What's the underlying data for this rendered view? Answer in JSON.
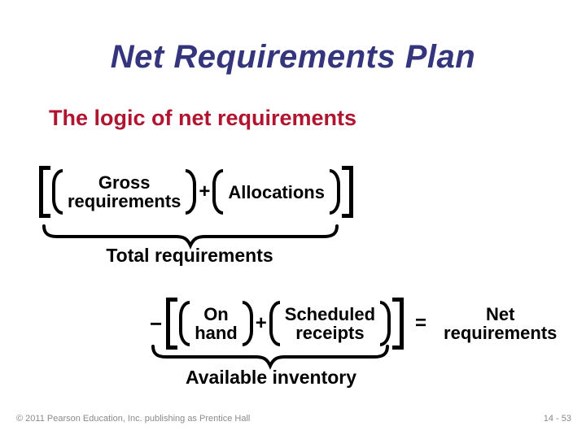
{
  "slide": {
    "title": "Net Requirements Plan",
    "subtitle": "The logic of net requirements",
    "footer_left": "© 2011 Pearson Education, Inc. publishing as Prentice Hall",
    "footer_right": "14 - 53"
  },
  "formula_total": {
    "gross_line1": "Gross",
    "gross_line2": "requirements",
    "plus": "+",
    "allocations": "Allocations",
    "underbrace_label": "Total requirements"
  },
  "formula_net": {
    "minus": "−",
    "onhand_line1": "On",
    "onhand_line2": "hand",
    "plus": "+",
    "scheduled_line1": "Scheduled",
    "scheduled_line2": "receipts",
    "equals": "=",
    "result_line1": "Net",
    "result_line2": "requirements",
    "underbrace_label": "Available inventory"
  },
  "colors": {
    "title": "#35357E",
    "subtitle": "#B0142F",
    "body": "#000000",
    "footer": "#8A8A8A"
  }
}
